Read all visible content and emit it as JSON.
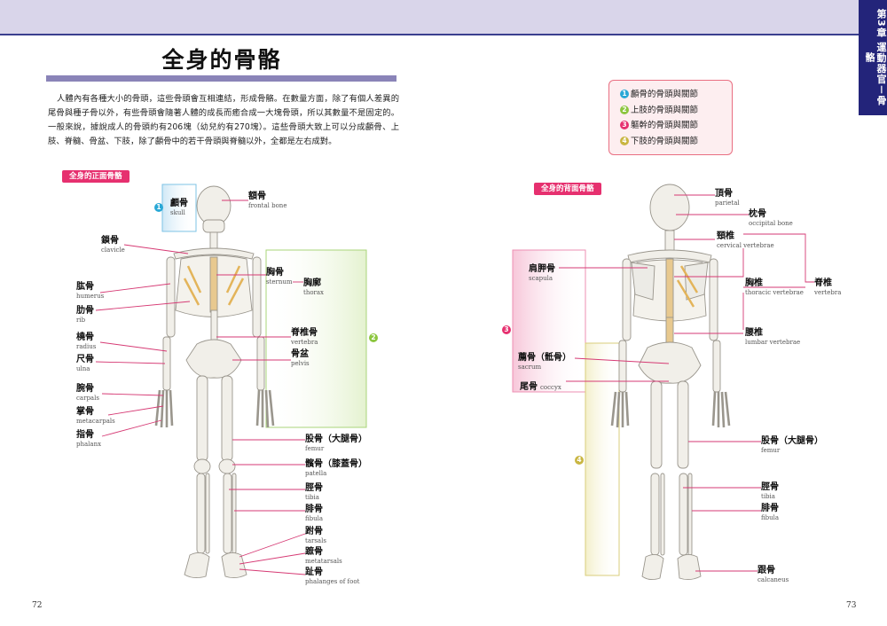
{
  "chapter_tab": "第3章 運動器官－骨骼",
  "title": "全身的骨骼",
  "intro": "人體內有各種大小的骨頭，這些骨頭會互相連結，形成骨骼。在數量方面，除了有個人差異的尾骨與種子骨以外，有些骨頭會隨著人體的成長而癒合成一大塊骨頭，所以其數量不是固定的。一般來說，據說成人的骨頭約有206塊（幼兒約有270塊）。這些骨頭大致上可以分成顱骨、上肢、脊髓、骨盆、下肢，除了顱骨中的若干骨頭與脊髓以外，全都是左右成對。",
  "legend": [
    {
      "num": "1",
      "label": "顱骨的骨頭與關節"
    },
    {
      "num": "2",
      "label": "上肢的骨頭與關節"
    },
    {
      "num": "3",
      "label": "軀幹的骨頭與關節"
    },
    {
      "num": "4",
      "label": "下肢的骨頭與關節"
    }
  ],
  "front": {
    "section": "全身的正面骨骼",
    "group_nums": [
      "1",
      "2"
    ],
    "labels": [
      {
        "zh": "顱骨",
        "en": "skull"
      },
      {
        "zh": "額骨",
        "en": "frontal bone"
      },
      {
        "zh": "鎖骨",
        "en": "clavicle"
      },
      {
        "zh": "胸骨",
        "en": "sternum"
      },
      {
        "zh": "胸廓",
        "en": "thorax"
      },
      {
        "zh": "肱骨",
        "en": "humerus"
      },
      {
        "zh": "肋骨",
        "en": "rib"
      },
      {
        "zh": "脊椎骨",
        "en": "vertebra"
      },
      {
        "zh": "橈骨",
        "en": "radius"
      },
      {
        "zh": "骨盆",
        "en": "pelvis"
      },
      {
        "zh": "尺骨",
        "en": "ulna"
      },
      {
        "zh": "腕骨",
        "en": "carpals"
      },
      {
        "zh": "掌骨",
        "en": "metacarpals"
      },
      {
        "zh": "指骨",
        "en": "phalanx"
      },
      {
        "zh": "股骨（大腿骨）",
        "en": "femur"
      },
      {
        "zh": "髕骨（膝蓋骨）",
        "en": "patella"
      },
      {
        "zh": "脛骨",
        "en": "tibia"
      },
      {
        "zh": "腓骨",
        "en": "fibula"
      },
      {
        "zh": "跗骨",
        "en": "tarsals"
      },
      {
        "zh": "蹠骨",
        "en": "metatarsals"
      },
      {
        "zh": "趾骨",
        "en": "phalanges of foot"
      }
    ]
  },
  "back": {
    "section": "全身的背面骨骼",
    "group_nums": [
      "3",
      "4"
    ],
    "labels": [
      {
        "zh": "頂骨",
        "en": "parietal"
      },
      {
        "zh": "枕骨",
        "en": "occipital bone"
      },
      {
        "zh": "頸椎",
        "en": "cervical vertebrae"
      },
      {
        "zh": "肩胛骨",
        "en": "scapula"
      },
      {
        "zh": "胸椎",
        "en": "thoracic vertebrae"
      },
      {
        "zh": "脊椎",
        "en": "vertebra"
      },
      {
        "zh": "腰椎",
        "en": "lumbar vertebrae"
      },
      {
        "zh": "薦骨（骶骨）",
        "en": "sacrum"
      },
      {
        "zh": "尾骨",
        "en": "coccyx"
      },
      {
        "zh": "股骨（大腿骨）",
        "en": "femur"
      },
      {
        "zh": "脛骨",
        "en": "tibia"
      },
      {
        "zh": "腓骨",
        "en": "fibula"
      },
      {
        "zh": "跟骨",
        "en": "calcaneus"
      }
    ]
  },
  "page_left": "72",
  "page_right": "73",
  "colors": {
    "accent": "#e6306f",
    "band": "#d9d5ea",
    "tab": "#23247a",
    "upper_limb": "#8cc63f",
    "skull": "#29a8d6",
    "lower_limb": "#c9b642"
  }
}
